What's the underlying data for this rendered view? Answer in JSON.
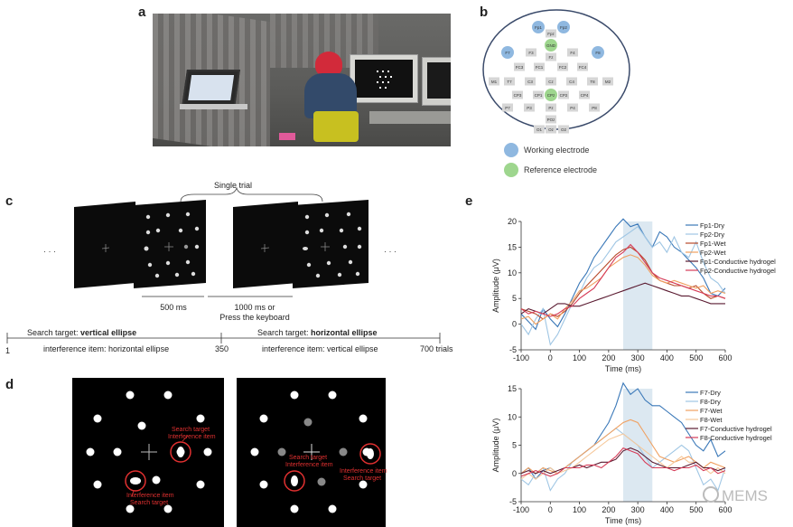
{
  "labels": {
    "a": "a",
    "b": "b",
    "c": "c",
    "d": "d",
    "e": "e"
  },
  "electrode_map": {
    "electrodes": [
      "Fp1",
      "Fp2",
      "Fpz",
      "GND",
      "Fz",
      "F7",
      "F3",
      "F4",
      "F8",
      "FC3",
      "FC1",
      "FC2",
      "FC4",
      "M1",
      "T7",
      "C3",
      "Cz",
      "C4",
      "T8",
      "M2",
      "CP3",
      "CP1",
      "CPz",
      "CP2",
      "CP4",
      "P7",
      "P3",
      "Pz",
      "P4",
      "P8",
      "POz",
      "O1",
      "Oz",
      "O2"
    ],
    "legend": [
      {
        "label": "Working electrode",
        "color": "#8fb8e0"
      },
      {
        "label": "Reference electrode",
        "color": "#9ed68e"
      }
    ]
  },
  "paradigm": {
    "single_trial": "Single trial",
    "ellipsis": "· · ·",
    "t500": "500 ms",
    "t1000_line1": "1000 ms or",
    "t1000_line2": "Press the keyboard",
    "block1_target_prefix": "Search target: ",
    "block1_target_bold": "vertical ellipse",
    "block1_interference": "interference item: horizontal ellipse",
    "block2_target_prefix": "Search target: ",
    "block2_target_bold": "horizontal ellipse",
    "block2_interference": "interference item: vertical ellipse",
    "tick_start": "1",
    "tick_mid": "350",
    "tick_end": "700 trials"
  },
  "stimuli": {
    "left_annot1_l1": "Search target",
    "left_annot1_l2": "Interference item",
    "left_annot2_l1": "Interference item",
    "left_annot2_l2": "Search target",
    "right_annot1_l1": "Search target",
    "right_annot1_l2": "Interference item",
    "right_annot2_l1": "Interference item",
    "right_annot2_l2": "Search target"
  },
  "watermark": "MEMS",
  "chart_data": [
    {
      "type": "line",
      "xlabel": "Time (ms)",
      "ylabel": "Amplitude (μV)",
      "xlim": [
        -100,
        600
      ],
      "ylim": [
        -5,
        20
      ],
      "xticks": [
        -100,
        0,
        100,
        200,
        300,
        400,
        500,
        600
      ],
      "yticks": [
        -5,
        0,
        5,
        10,
        15,
        20
      ],
      "highlight": [
        250,
        350
      ],
      "legend_position": "top-right",
      "series": [
        {
          "name": "Fp1-Dry",
          "color": "#3a78b8",
          "x": [
            -100,
            -75,
            -50,
            -25,
            0,
            25,
            50,
            75,
            100,
            125,
            150,
            175,
            200,
            225,
            250,
            275,
            300,
            325,
            350,
            375,
            400,
            425,
            450,
            475,
            500,
            525,
            550,
            575,
            600
          ],
          "y": [
            2,
            0.5,
            -1,
            3,
            1,
            -0.5,
            2,
            5,
            8,
            10,
            13,
            15,
            17,
            19,
            20.5,
            19,
            19.5,
            17,
            15,
            18,
            17,
            15,
            14,
            12.5,
            11,
            9,
            6,
            5.5,
            7
          ]
        },
        {
          "name": "Fp2-Dry",
          "color": "#9fc6e4",
          "x": [
            -100,
            -75,
            -50,
            -25,
            0,
            25,
            50,
            75,
            100,
            125,
            150,
            175,
            200,
            225,
            250,
            275,
            300,
            325,
            350,
            375,
            400,
            425,
            450,
            475,
            500,
            525,
            550,
            575,
            600
          ],
          "y": [
            0,
            -2,
            1,
            3,
            -4,
            -2,
            1,
            4,
            6,
            9,
            11,
            12,
            14,
            16,
            17,
            18,
            19,
            17,
            15,
            16,
            14,
            17,
            14,
            13,
            16,
            12,
            9,
            8,
            6
          ]
        },
        {
          "name": "Fp1-Wet",
          "color": "#b84a2a",
          "x": [
            -100,
            -75,
            -50,
            -25,
            0,
            25,
            50,
            75,
            100,
            125,
            150,
            175,
            200,
            225,
            250,
            275,
            300,
            325,
            350,
            375,
            400,
            425,
            450,
            475,
            500,
            525,
            550,
            575,
            600
          ],
          "y": [
            3,
            2.5,
            2,
            1,
            2,
            1.5,
            2.5,
            4,
            6,
            7.5,
            9,
            10.5,
            12,
            13.5,
            14.5,
            15,
            14,
            12.5,
            10,
            8.5,
            8,
            7.5,
            7.5,
            7,
            7.5,
            6,
            5,
            5.5,
            5
          ]
        },
        {
          "name": "Fp2-Wet",
          "color": "#f0a060",
          "x": [
            -100,
            -75,
            -50,
            -25,
            0,
            25,
            50,
            75,
            100,
            125,
            150,
            175,
            200,
            225,
            250,
            275,
            300,
            325,
            350,
            375,
            400,
            425,
            450,
            475,
            500,
            525,
            550,
            575,
            600
          ],
          "y": [
            1,
            1.5,
            0,
            1,
            2,
            1,
            3,
            4.5,
            6.5,
            7,
            8,
            9,
            11,
            12,
            13,
            13.5,
            13,
            11.5,
            9.5,
            8.5,
            8,
            8.5,
            8,
            7.5,
            7,
            7.5,
            6,
            6.5,
            6
          ]
        },
        {
          "name": "Fp1-Conductive hydrogel",
          "color": "#5a1a30",
          "x": [
            -100,
            -75,
            -50,
            -25,
            0,
            25,
            50,
            75,
            100,
            125,
            150,
            175,
            200,
            225,
            250,
            275,
            300,
            325,
            350,
            375,
            400,
            425,
            450,
            475,
            500,
            525,
            550,
            575,
            600
          ],
          "y": [
            2,
            3,
            2.5,
            2,
            3,
            4,
            4,
            3.5,
            3.5,
            4,
            4.5,
            5,
            5.5,
            6,
            6.5,
            7,
            7.5,
            8,
            7.5,
            7,
            6.5,
            6,
            5.5,
            5.5,
            5,
            4.5,
            4,
            4,
            4
          ]
        },
        {
          "name": "Fp2-Conductive hydrogel",
          "color": "#d63c58",
          "x": [
            -100,
            -75,
            -50,
            -25,
            0,
            25,
            50,
            75,
            100,
            125,
            150,
            175,
            200,
            225,
            250,
            275,
            300,
            325,
            350,
            375,
            400,
            425,
            450,
            475,
            500,
            525,
            550,
            575,
            600
          ],
          "y": [
            3,
            2,
            2.5,
            2,
            1.5,
            2,
            3,
            3.5,
            5,
            6,
            7,
            9,
            11,
            13,
            14,
            15.5,
            14,
            12,
            10,
            9,
            8.5,
            8,
            7.5,
            7,
            6.5,
            6,
            5.5,
            5.5,
            5
          ]
        }
      ]
    },
    {
      "type": "line",
      "xlabel": "Time (ms)",
      "ylabel": "Amplitude (μV)",
      "xlim": [
        -100,
        600
      ],
      "ylim": [
        -5,
        15
      ],
      "xticks": [
        -100,
        0,
        100,
        200,
        300,
        400,
        500,
        600
      ],
      "yticks": [
        -5,
        0,
        5,
        10,
        15
      ],
      "highlight": [
        250,
        350
      ],
      "legend_position": "top-right",
      "series": [
        {
          "name": "F7-Dry",
          "color": "#3a78b8",
          "x": [
            -100,
            -75,
            -50,
            -25,
            0,
            25,
            50,
            75,
            100,
            125,
            150,
            175,
            200,
            225,
            250,
            275,
            300,
            325,
            350,
            375,
            400,
            425,
            450,
            475,
            500,
            525,
            550,
            575,
            600
          ],
          "y": [
            0,
            1,
            -1,
            0.5,
            1,
            0,
            1,
            2,
            3,
            4,
            5,
            7,
            9,
            12,
            16,
            14,
            15,
            13,
            12,
            12,
            11,
            10,
            9,
            7,
            5,
            4,
            6,
            3,
            4
          ]
        },
        {
          "name": "F8-Dry",
          "color": "#9fc6e4",
          "x": [
            -100,
            -75,
            -50,
            -25,
            0,
            25,
            50,
            75,
            100,
            125,
            150,
            175,
            200,
            225,
            250,
            275,
            300,
            325,
            350,
            375,
            400,
            425,
            450,
            475,
            500,
            525,
            550,
            575,
            600
          ],
          "y": [
            -1,
            -2,
            0,
            1,
            -3,
            -1,
            0,
            2,
            3,
            4,
            5,
            6,
            7,
            8,
            7,
            6,
            5,
            3,
            1,
            2,
            3,
            4,
            5,
            4,
            1,
            -2,
            -1,
            -3,
            1
          ]
        },
        {
          "name": "F7-Wet",
          "color": "#f0a060",
          "x": [
            -100,
            -75,
            -50,
            -25,
            0,
            25,
            50,
            75,
            100,
            125,
            150,
            175,
            200,
            225,
            250,
            275,
            300,
            325,
            350,
            375,
            400,
            425,
            450,
            475,
            500,
            525,
            550,
            575,
            600
          ],
          "y": [
            0,
            1,
            0,
            1,
            0.5,
            0,
            1,
            2,
            3,
            4,
            5,
            6,
            7,
            8,
            9,
            9.5,
            9,
            7,
            5,
            3,
            2.5,
            2,
            2.5,
            3,
            2,
            1,
            2,
            1.5,
            1
          ]
        },
        {
          "name": "F8-Wet",
          "color": "#f6c89a",
          "x": [
            -100,
            -75,
            -50,
            -25,
            0,
            25,
            50,
            75,
            100,
            125,
            150,
            175,
            200,
            225,
            250,
            275,
            300,
            325,
            350,
            375,
            400,
            425,
            450,
            475,
            500,
            525,
            550,
            575,
            600
          ],
          "y": [
            -1,
            0,
            -1,
            0,
            1,
            0,
            0.5,
            1,
            2,
            3,
            4,
            5,
            6,
            6.5,
            7,
            6,
            5,
            4,
            3,
            2,
            1,
            2,
            3,
            2,
            2,
            1,
            0,
            1,
            0
          ]
        },
        {
          "name": "F7-Conductive hydrogel",
          "color": "#5a1a30",
          "x": [
            -100,
            -75,
            -50,
            -25,
            0,
            25,
            50,
            75,
            100,
            125,
            150,
            175,
            200,
            225,
            250,
            275,
            300,
            325,
            350,
            375,
            400,
            425,
            450,
            475,
            500,
            525,
            550,
            575,
            600
          ],
          "y": [
            0,
            0.5,
            0,
            0.5,
            0,
            0.5,
            1,
            1,
            1.5,
            1,
            1.5,
            2,
            2,
            2.5,
            4,
            4.5,
            4,
            3,
            2,
            1.5,
            1,
            1,
            1,
            1.5,
            2,
            1,
            1,
            0.5,
            1
          ]
        },
        {
          "name": "F8-Conductive hydrogel",
          "color": "#d63c58",
          "x": [
            -100,
            -75,
            -50,
            -25,
            0,
            25,
            50,
            75,
            100,
            125,
            150,
            175,
            200,
            225,
            250,
            275,
            300,
            325,
            350,
            375,
            400,
            425,
            450,
            475,
            500,
            525,
            550,
            575,
            600
          ],
          "y": [
            -0.5,
            0,
            0.5,
            0,
            -0.5,
            0,
            1,
            1,
            1,
            1.5,
            1.5,
            1,
            2,
            3,
            4.5,
            4,
            3.5,
            2,
            1,
            1,
            1,
            0.5,
            1,
            1,
            1.5,
            0.5,
            1,
            0,
            0.5
          ]
        }
      ]
    }
  ]
}
